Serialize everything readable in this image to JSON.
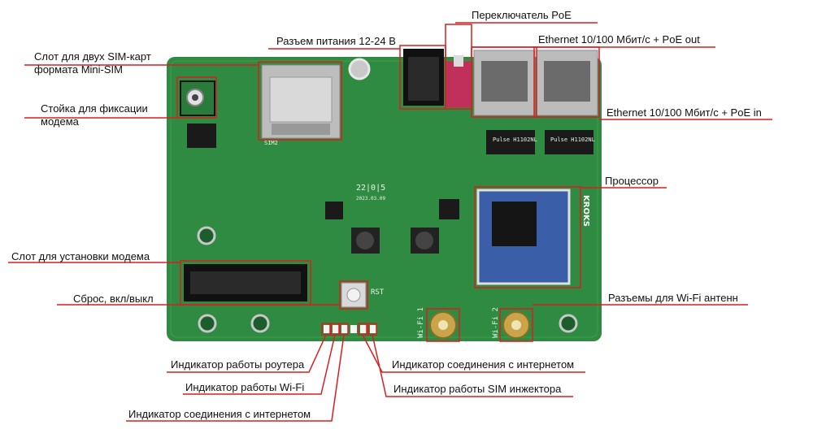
{
  "colors": {
    "board": "#2f8a42",
    "board_dark": "#1f6b31",
    "callout": "#d81e1e",
    "text": "#111111"
  },
  "board": {
    "silk_code": "22|0|5",
    "silk_date": "2023.03.09",
    "silk_rst": "RST",
    "silk_sim": "SIM2",
    "silk_wifi1": "Wi-Fi 1",
    "silk_wifi2": "Wi-Fi 2",
    "silk_brand": "KROKS",
    "silk_ethernet1": "Pulse H1102NL",
    "silk_ethernet2": "Pulse H1102NL"
  },
  "labels": {
    "sim_slot_l1": "Слот для двух SIM-карт",
    "sim_slot_l2": "формата Mini-SIM",
    "modem_post_l1": "Стойка для фиксации",
    "modem_post_l2": "модема",
    "modem_slot": "Слот для установки модема",
    "reset": "Сброс, вкл/выкл",
    "power": "Разъем питания 12-24 В",
    "poe_switch": "Переключатель PoE",
    "eth_out": "Ethernet 10/100 Мбит/с + PoE out",
    "eth_in": "Ethernet 10/100 Мбит/с + PoE in",
    "cpu": "Процессор",
    "wifi_ant": "Разъемы для Wi-Fi антенн",
    "led_router": "Индикатор работы роутера",
    "led_wifi": "Индикатор работы Wi-Fi",
    "led_inet_left": "Индикатор соединения с интернетом",
    "led_inet_right": "Индикатор соединения с интернетом",
    "led_sim": "Индикатор работы SIM инжектора"
  }
}
